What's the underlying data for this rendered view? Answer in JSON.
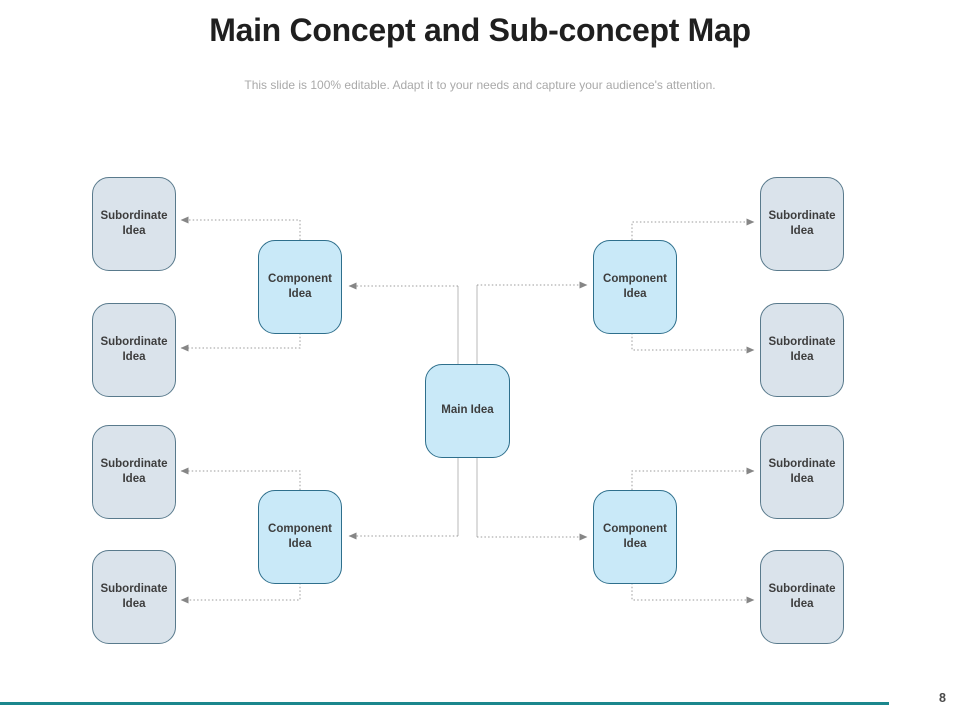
{
  "slide": {
    "title": "Main Concept and Sub-concept Map",
    "subtitle": "This slide is 100% editable. Adapt it to your needs and capture your audience's attention.",
    "page_number": "8"
  },
  "diagram": {
    "main": {
      "label": "Main Idea"
    },
    "components": [
      {
        "id": "component-top-left",
        "label": "Component Idea"
      },
      {
        "id": "component-top-right",
        "label": "Component Idea"
      },
      {
        "id": "component-bottom-left",
        "label": "Component Idea"
      },
      {
        "id": "component-bottom-right",
        "label": "Component Idea"
      }
    ],
    "subordinates": [
      {
        "id": "subordinate-left-1",
        "label": "Subordinate Idea"
      },
      {
        "id": "subordinate-left-2",
        "label": "Subordinate Idea"
      },
      {
        "id": "subordinate-left-3",
        "label": "Subordinate Idea"
      },
      {
        "id": "subordinate-left-4",
        "label": "Subordinate Idea"
      },
      {
        "id": "subordinate-right-1",
        "label": "Subordinate Idea"
      },
      {
        "id": "subordinate-right-2",
        "label": "Subordinate Idea"
      },
      {
        "id": "subordinate-right-3",
        "label": "Subordinate Idea"
      },
      {
        "id": "subordinate-right-4",
        "label": "Subordinate Idea"
      }
    ]
  },
  "colors": {
    "concept_fill": "#c9e9f8",
    "concept_border": "#2e6f8c",
    "subordinate_fill": "#dae3eb",
    "subordinate_border": "#597a8c",
    "connector_gray": "#9b9b9b",
    "accent_teal": "#1b878d"
  }
}
